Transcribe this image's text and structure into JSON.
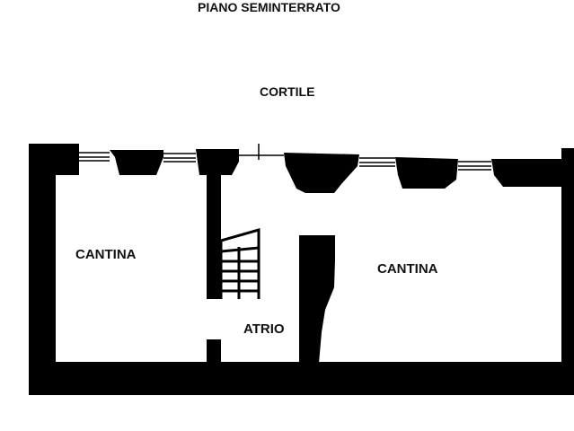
{
  "title": "PIANO SEMINTERRATO",
  "courtyard_label": "CORTILE",
  "rooms": [
    {
      "label": "CANTINA"
    },
    {
      "label": "CANTINA"
    },
    {
      "label": "ATRIO"
    }
  ],
  "colors": {
    "wall": "#000000",
    "background": "#ffffff"
  }
}
